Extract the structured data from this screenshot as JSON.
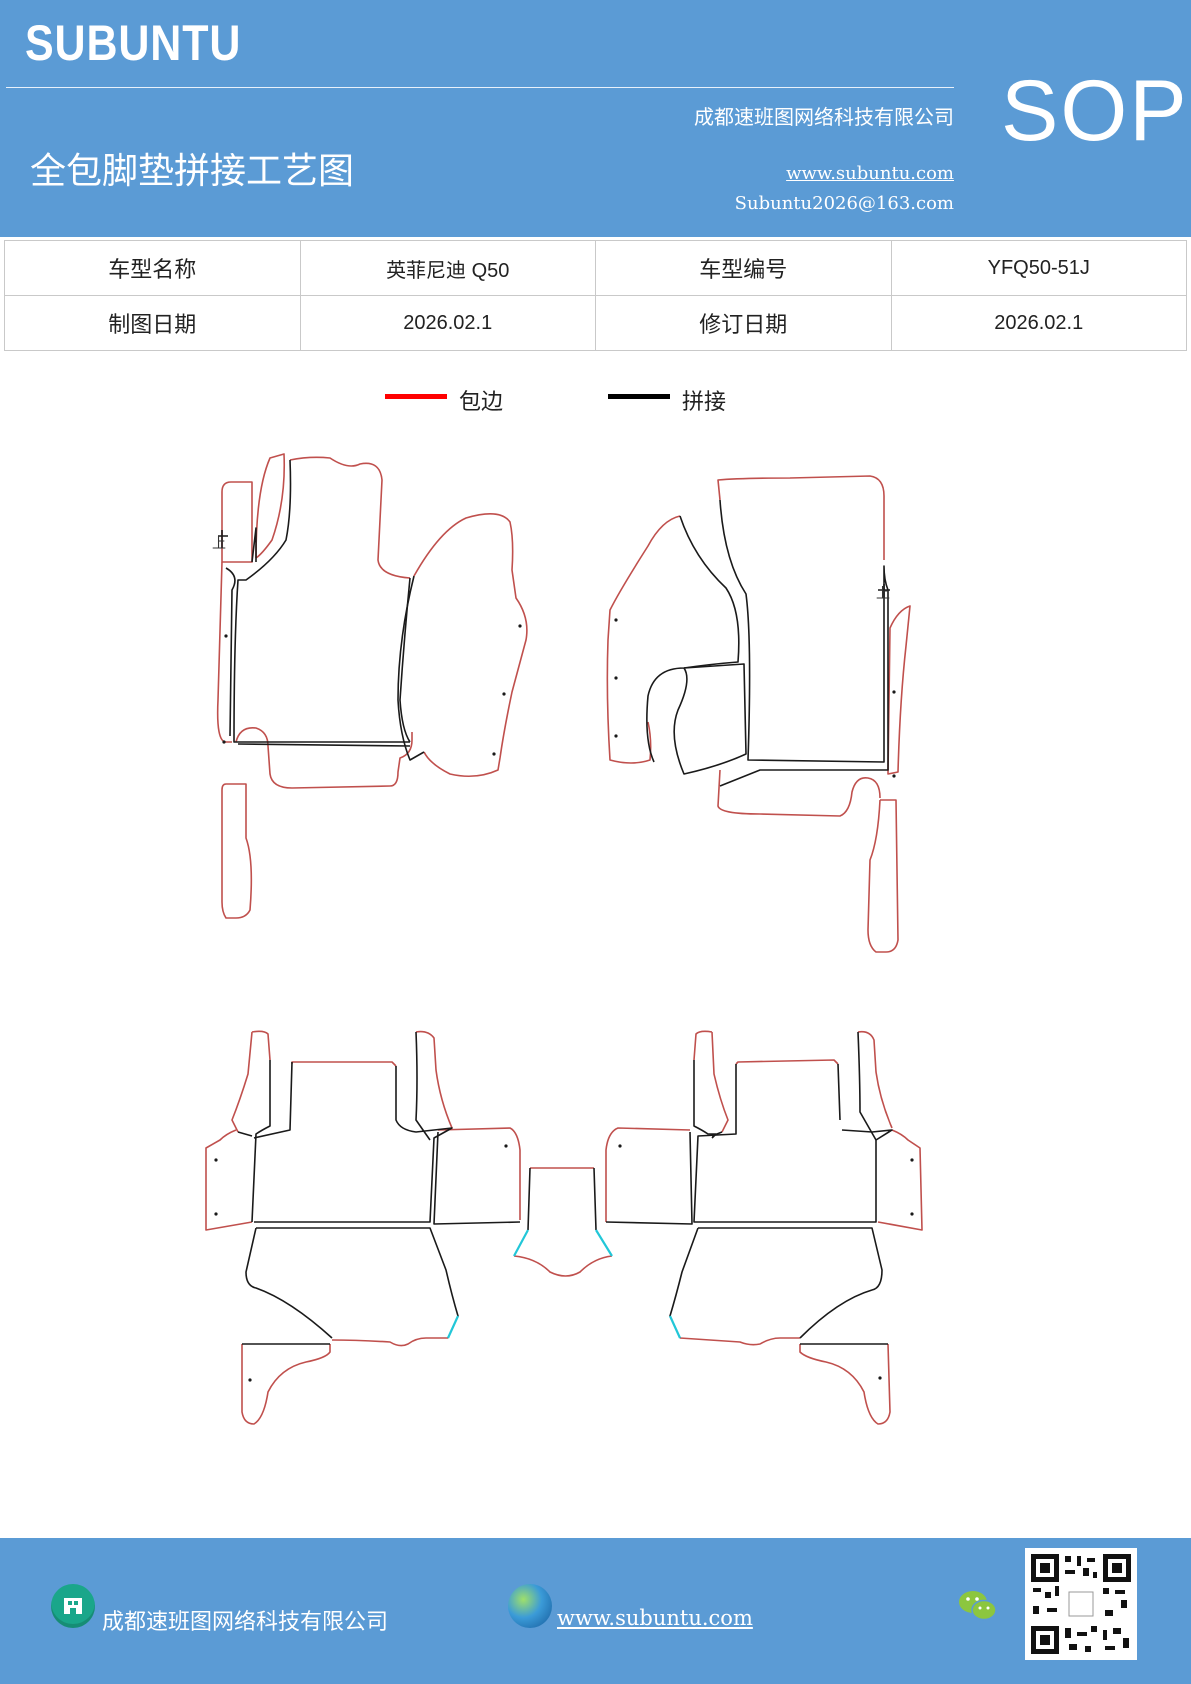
{
  "header": {
    "brand": "SUBUNTU",
    "company": "成都速班图网络科技有限公司",
    "title": "全包脚垫拼接工艺图",
    "website": "www.subuntu.com",
    "email": "Subuntu2026@163.com",
    "badge": "SOP"
  },
  "info_table": {
    "rows": [
      [
        "车型名称",
        "英菲尼迪 Q50",
        "车型编号",
        "YFQ50-51J"
      ],
      [
        "制图日期",
        "2026.02.1",
        "修订日期",
        "2026.02.1"
      ]
    ]
  },
  "legend": {
    "items": [
      {
        "label": "包边",
        "color": "#ff0000"
      },
      {
        "label": "拼接",
        "color": "#000000"
      }
    ]
  },
  "drawing": {
    "top_mark": "上",
    "colors": {
      "edge": "#c0504d",
      "seam": "#1a1a1a",
      "join": "#22c7d8"
    }
  },
  "footer": {
    "company": "成都速班图网络科技有限公司",
    "website": "www.subuntu.com",
    "icons": [
      "building-icon",
      "globe-icon",
      "wechat-icon",
      "qr-code"
    ]
  }
}
